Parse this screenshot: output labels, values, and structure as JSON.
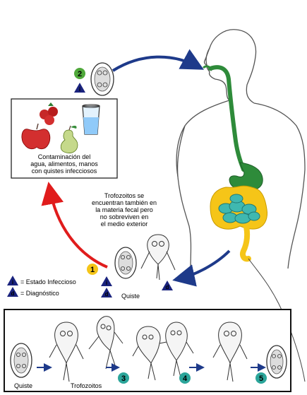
{
  "contamination_box": {
    "lines": [
      "Contaminación del",
      "agua, alimentos, manos",
      "con quistes infecciosos"
    ]
  },
  "trophozoite_note": {
    "lines": [
      "Trofozoitos se",
      "encuentran también en",
      "la materia fecal pero",
      "no sobreviven en",
      "el medio exterior"
    ]
  },
  "legend": {
    "infectious_symbol": "i",
    "infectious_label": "= Estado Infeccioso",
    "diagnostic_symbol": "d",
    "diagnostic_label": "= Diagnóstico"
  },
  "labels": {
    "cyst_stage1": "Quiste",
    "cyst_bottom": "Quiste",
    "trophozoites_bottom": "Trofozoitos"
  },
  "steps": [
    "1",
    "2",
    "3",
    "4",
    "5"
  ],
  "step_markers": {
    "step2_symbol": "i",
    "stage1_infectious": "i",
    "stage1_diagnostic": "d",
    "exit_diagnostic": "d"
  },
  "colors": {
    "step_badge_green": "#4fa83a",
    "step_badge_yellow": "#f5c518",
    "step_badge_teal": "#2ba59a",
    "arrow_blue": "#1e3a8a",
    "arrow_red": "#e01c1c",
    "marker_navy": "#1a237e",
    "esophagus_green": "#2e8b3a",
    "intestine_yellow": "#f5c518",
    "small_intestine_teal": "#3fb8b0"
  }
}
